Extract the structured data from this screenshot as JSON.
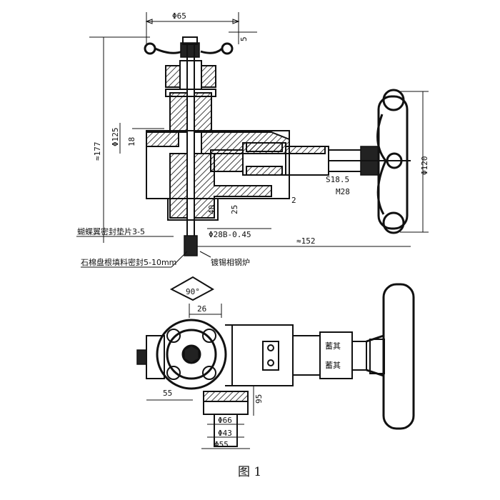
{
  "dimensions": {
    "d65": "Φ65",
    "h5": "5",
    "h177": "≈177",
    "d125": "Φ125",
    "d18": "18",
    "d120": "Φ120",
    "s18": "S18.5",
    "m28": "M28",
    "n40": "40",
    "n25": "25",
    "n2": "2",
    "d28b": "Φ28B-0.45",
    "len152": "≈152",
    "ang90": "90°",
    "n26": "26",
    "n55": "55",
    "n95": "95",
    "w66": "Φ66",
    "w43": "Φ43",
    "w55": "Φ55",
    "thread1": "蓄其",
    "thread2": "蓄其"
  },
  "notes": {
    "packing": "蝴蝶翼密封垫片3-5",
    "gasket": "石棉盘根填料密封5-10mm",
    "weld": "镀锡相钢炉"
  },
  "caption": "图 1"
}
